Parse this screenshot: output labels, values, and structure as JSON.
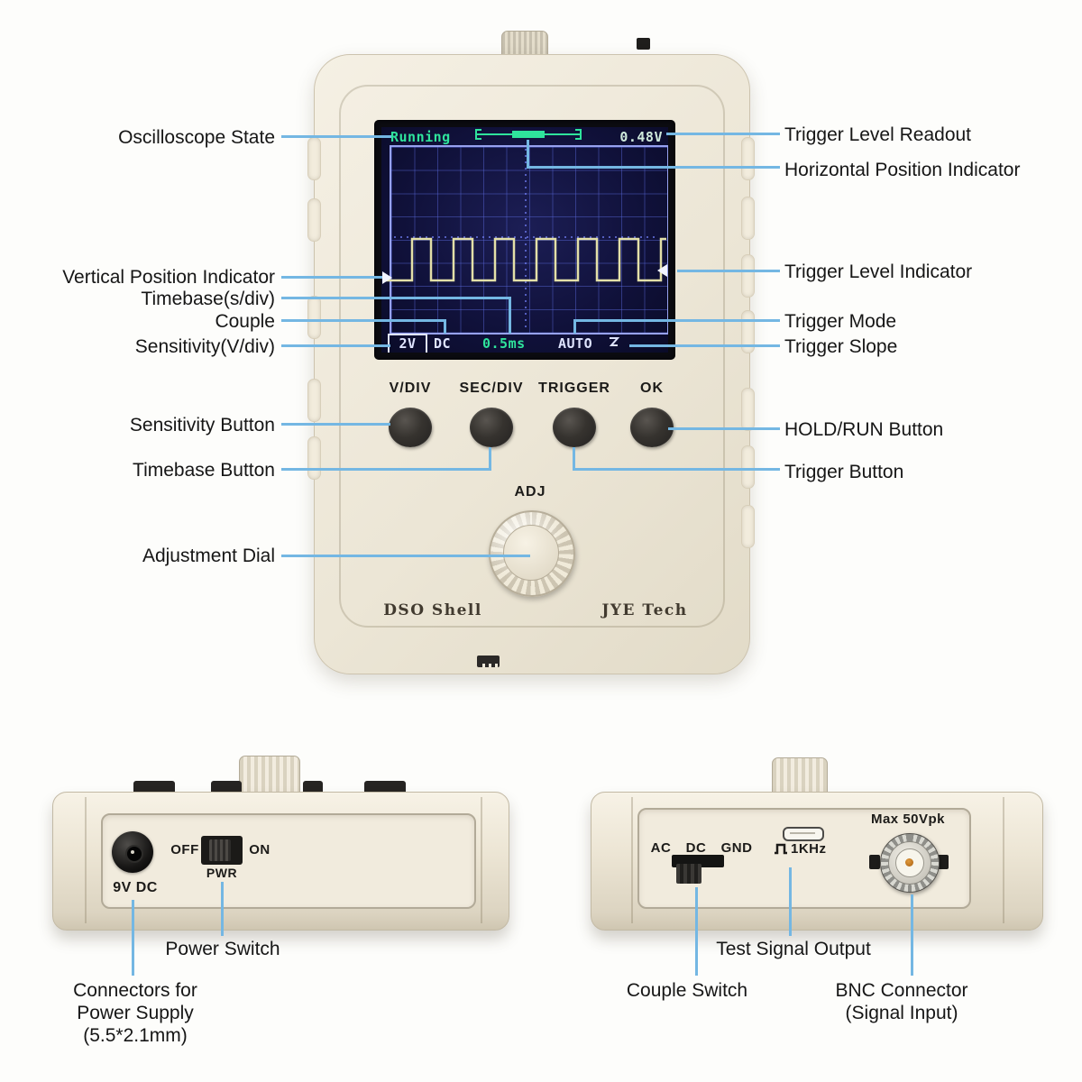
{
  "colors": {
    "callout_line": "#74b7e3",
    "screen_green": "#2fe39c",
    "screen_text": "#dfe4ff",
    "waveform": "#e3e0a8",
    "body_beige": "#ece6d6"
  },
  "screen": {
    "state": "Running",
    "trigger_level": "0.48V",
    "sensitivity": "2V",
    "couple": "DC",
    "timebase": "0.5ms",
    "trigger_mode": "AUTO"
  },
  "front": {
    "buttons": [
      "V/DIV",
      "SEC/DIV",
      "TRIGGER",
      "OK"
    ],
    "adj": "ADJ",
    "brand_left": "DSO Shell",
    "brand_right": "JYE Tech"
  },
  "callouts": {
    "left": [
      "Oscilloscope State",
      "Vertical Position Indicator",
      "Timebase(s/div)",
      "Couple",
      "Sensitivity(V/div)",
      "Sensitivity Button",
      "Timebase Button",
      "Adjustment Dial"
    ],
    "right": [
      "Trigger Level Readout",
      "Horizontal Position Indicator",
      "Trigger Level Indicator",
      "Trigger Mode",
      "Trigger Slope",
      "HOLD/RUN Button",
      "Trigger Button"
    ]
  },
  "power_view": {
    "jack": "9V DC",
    "off": "OFF",
    "on": "ON",
    "pwr": "PWR",
    "switch_callout": "Power Switch",
    "connector_callout": [
      "Connectors for",
      "Power Supply",
      "(5.5*2.1mm)"
    ]
  },
  "signal_view": {
    "ac": "AC",
    "dc": "DC",
    "gnd": "GND",
    "freq": "1KHz",
    "max": "Max 50Vpk",
    "test_callout": "Test Signal Output",
    "couple_callout": "Couple Switch",
    "bnc_callout": [
      "BNC Connector",
      "(Signal Input)"
    ]
  }
}
